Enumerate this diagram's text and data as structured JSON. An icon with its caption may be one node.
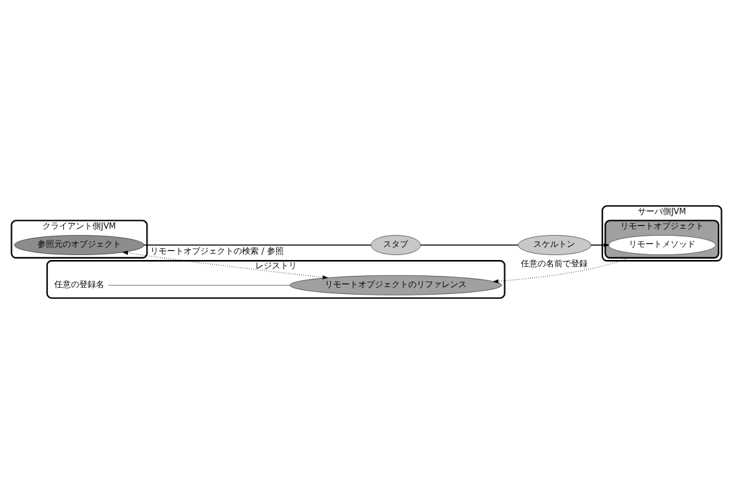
{
  "diagram": {
    "nodes": [
      {
        "text": [
          "クライアント側JVM"
        ]
      },
      {
        "text": [
          "参照元のオブジェクト"
        ],
        "in": 0
      },
      {
        "text": [
          "スタブ"
        ]
      },
      {
        "text": [
          "サーバ側JVM"
        ]
      },
      {
        "text": [
          "リモートオブジェクト"
        ],
        "in": 3
      },
      {
        "text": [
          "リモートメソッド"
        ],
        "in": 4
      },
      {
        "text": [
          "スケルトン"
        ]
      },
      {
        "text": [
          "レジストリ"
        ]
      },
      {
        "text": [
          "リモートオブジェクトのリファレンス"
        ],
        "in": 7
      },
      {
        "text": [
          "任意の登録名"
        ],
        "in": 7
      }
    ],
    "edges": [
      {
        "from": 1,
        "to": 2,
        "arrow": "none"
      },
      {
        "from": 2,
        "to": 6,
        "arrow": "none"
      },
      {
        "from": 6,
        "to": 5,
        "arrow": "to"
      },
      {
        "from": 1,
        "to": 8,
        "arrow": "both",
        "style": "dashed",
        "label": "リモートオブジェクトの検索 / 参照"
      },
      {
        "from": 4,
        "to": 8,
        "arrow": "to",
        "style": "dashed",
        "label": "任意の名前で登録"
      },
      {
        "from": 9,
        "to": 8,
        "arrow": "none"
      }
    ]
  }
}
